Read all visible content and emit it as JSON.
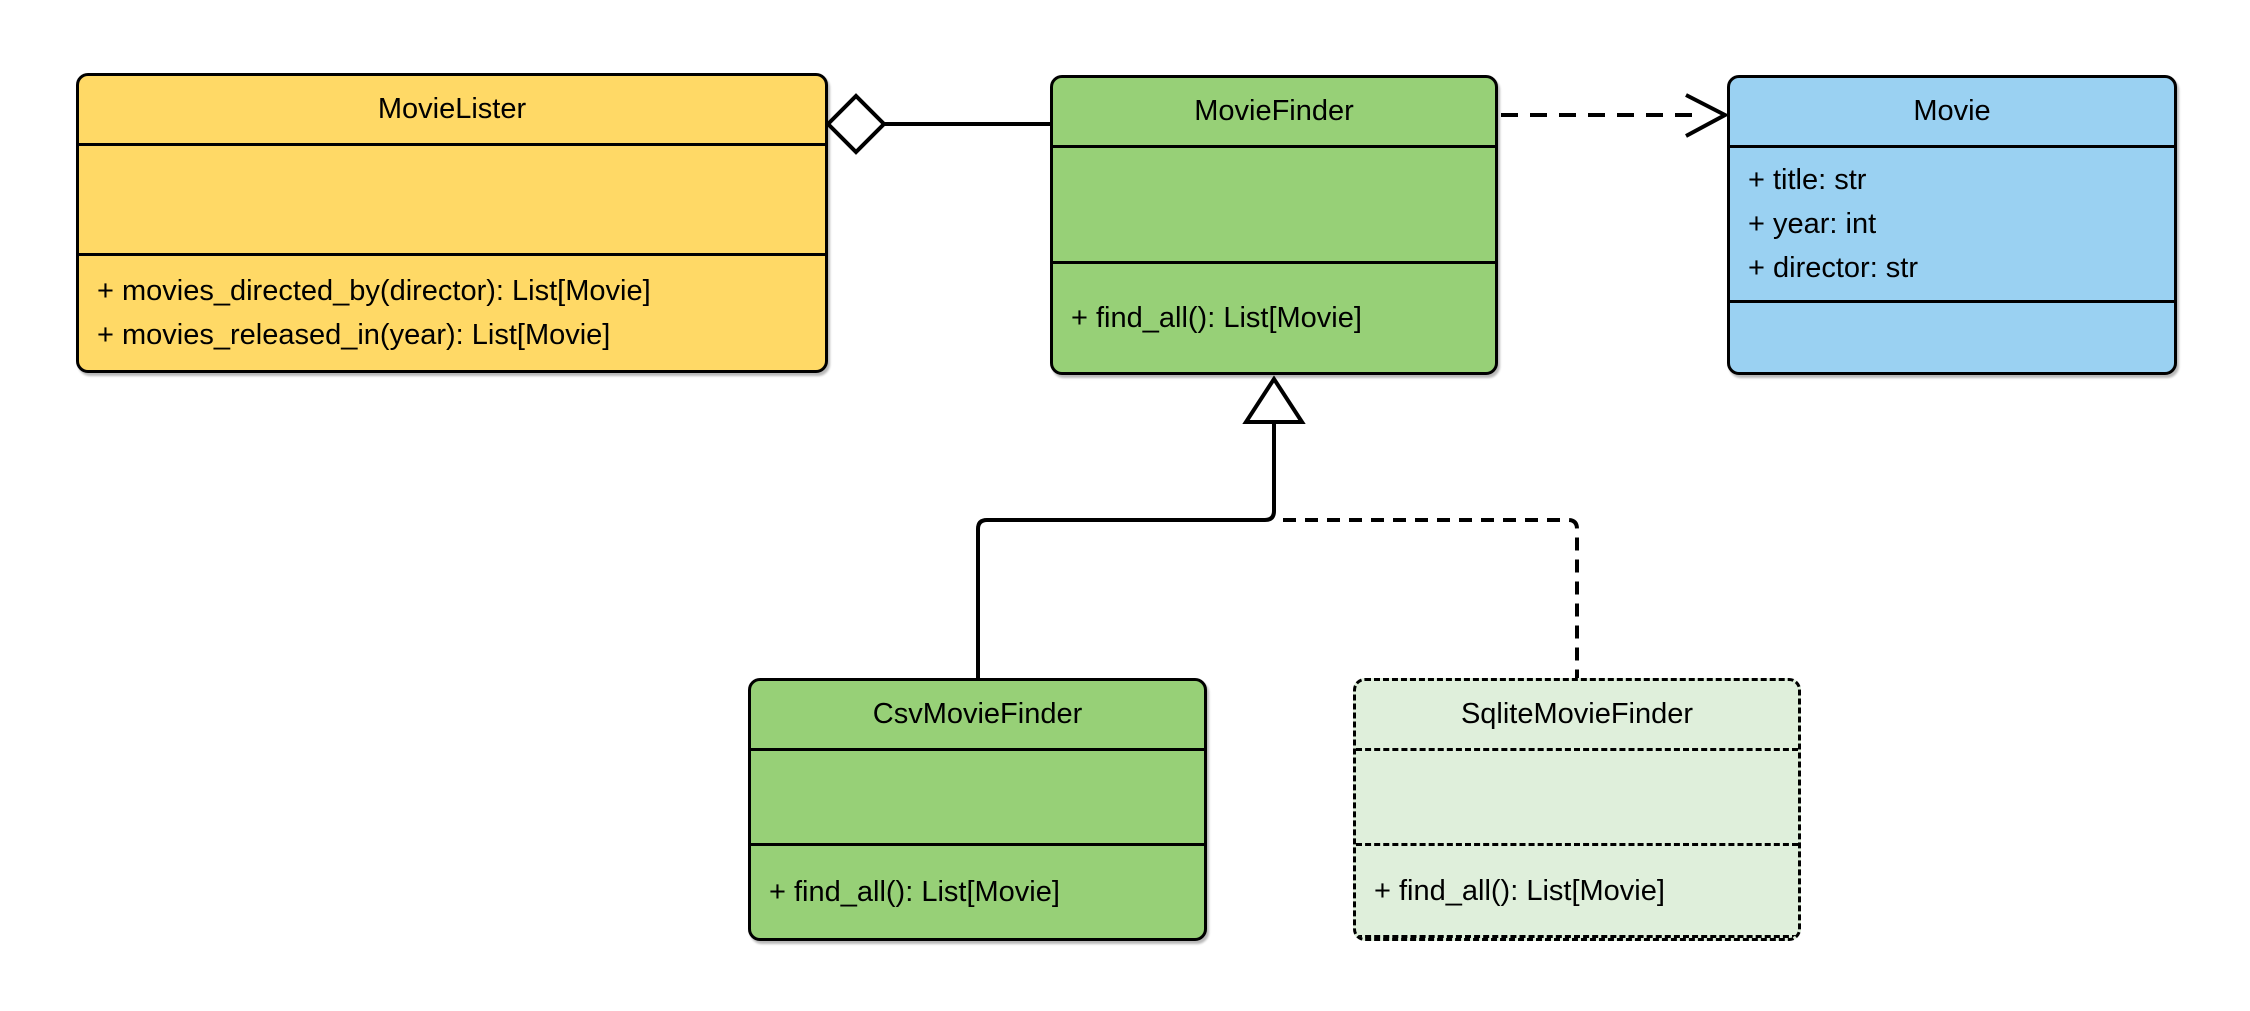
{
  "diagram": {
    "kind": "uml-class-diagram",
    "classes": {
      "movie_lister": {
        "name": "MovieLister",
        "attributes": [],
        "methods": [
          "+ movies_directed_by(director): List[Movie]",
          "+ movies_released_in(year): List[Movie]"
        ]
      },
      "movie_finder": {
        "name": "MovieFinder",
        "attributes": [],
        "methods": [
          "+ find_all(): List[Movie]"
        ]
      },
      "movie": {
        "name": "Movie",
        "attributes": [
          "+ title: str",
          "+ year: int",
          "+ director: str"
        ],
        "methods": []
      },
      "csv_movie_finder": {
        "name": "CsvMovieFinder",
        "attributes": [],
        "methods": [
          "+ find_all(): List[Movie]"
        ]
      },
      "sqlite_movie_finder": {
        "name": "SqliteMovieFinder",
        "attributes": [],
        "methods": [
          "+ find_all(): List[Movie]"
        ]
      }
    },
    "relationships": [
      {
        "type": "aggregation",
        "whole": "MovieLister",
        "part": "MovieFinder",
        "line": "solid"
      },
      {
        "type": "dependency",
        "from": "MovieFinder",
        "to": "Movie",
        "line": "dashed"
      },
      {
        "type": "inheritance",
        "child": "CsvMovieFinder",
        "parent": "MovieFinder",
        "line": "solid"
      },
      {
        "type": "inheritance",
        "child": "SqliteMovieFinder",
        "parent": "MovieFinder",
        "line": "dashed"
      }
    ],
    "colors": {
      "movie_lister_fill": "#FFD966",
      "movie_finder_fill": "#97D077",
      "movie_fill": "#9AD1F2",
      "csv_movie_finder_fill": "#97D077",
      "sqlite_movie_finder_fill": "#DFEFDB",
      "stroke": "#000000",
      "text": "#000000",
      "background": "#FFFFFF"
    }
  }
}
